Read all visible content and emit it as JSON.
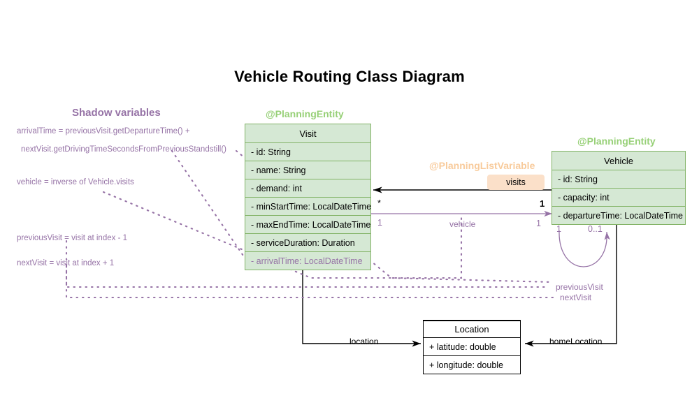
{
  "title": "Vehicle Routing Class Diagram",
  "colors": {
    "entity_fill": "#d5e8d4",
    "entity_border": "#82b366",
    "entity_stereotype": "#97d077",
    "listvar_stereotype": "#f8cb9c",
    "badge_fill": "#fbe0c9",
    "shadow_purple": "#9673a6",
    "plain_border": "#000000",
    "background": "#ffffff"
  },
  "sections": {
    "shadow_heading": "Shadow variables"
  },
  "shadow_notes": [
    {
      "text": "arrivalTime = previousVisit.getDepartureTime() +"
    },
    {
      "text": "nextVisit.getDrivingTimeSecondsFromPreviousStandstill()"
    },
    {
      "text": "vehicle = inverse of Vehicle.visits"
    },
    {
      "text": "previousVisit = visit at index - 1"
    },
    {
      "text": "nextVisit = visit at index + 1"
    }
  ],
  "classes": {
    "visit": {
      "stereotype": "@PlanningEntity",
      "name": "Visit",
      "attributes": [
        {
          "text": "- id: String",
          "shadow": false
        },
        {
          "text": "- name: String",
          "shadow": false
        },
        {
          "text": "- demand: int",
          "shadow": false
        },
        {
          "text": "- minStartTime: LocalDateTime",
          "shadow": false
        },
        {
          "text": "- maxEndTime: LocalDateTime",
          "shadow": false
        },
        {
          "text": "- serviceDuration: Duration",
          "shadow": false
        },
        {
          "text": "- arrivalTime: LocalDateTime",
          "shadow": true
        }
      ]
    },
    "vehicle": {
      "stereotype": "@PlanningEntity",
      "name": "Vehicle",
      "attributes": [
        {
          "text": "- id: String",
          "shadow": false
        },
        {
          "text": "- capacity: int",
          "shadow": false
        },
        {
          "text": "- departureTime: LocalDateTime",
          "shadow": false
        }
      ]
    },
    "location": {
      "name": "Location",
      "attributes": [
        {
          "text": "+ latitude: double",
          "shadow": false
        },
        {
          "text": "+ longitude: double",
          "shadow": false
        }
      ]
    }
  },
  "annotations": {
    "planning_list_variable": "@PlanningListVariable",
    "visits_badge": "visits"
  },
  "edges": {
    "visits": {
      "label": "visits",
      "source_multiplicity": "*",
      "target_multiplicity": "1"
    },
    "vehicle": {
      "label": "vehicle",
      "source_multiplicity": "1",
      "target_multiplicity": "1"
    },
    "previous_next": {
      "source_multiplicity": "1",
      "target_multiplicity": "0..1",
      "previous_label": "previousVisit",
      "next_label": "nextVisit"
    },
    "location": {
      "label": "location"
    },
    "home_location": {
      "label": "homeLocation"
    }
  }
}
